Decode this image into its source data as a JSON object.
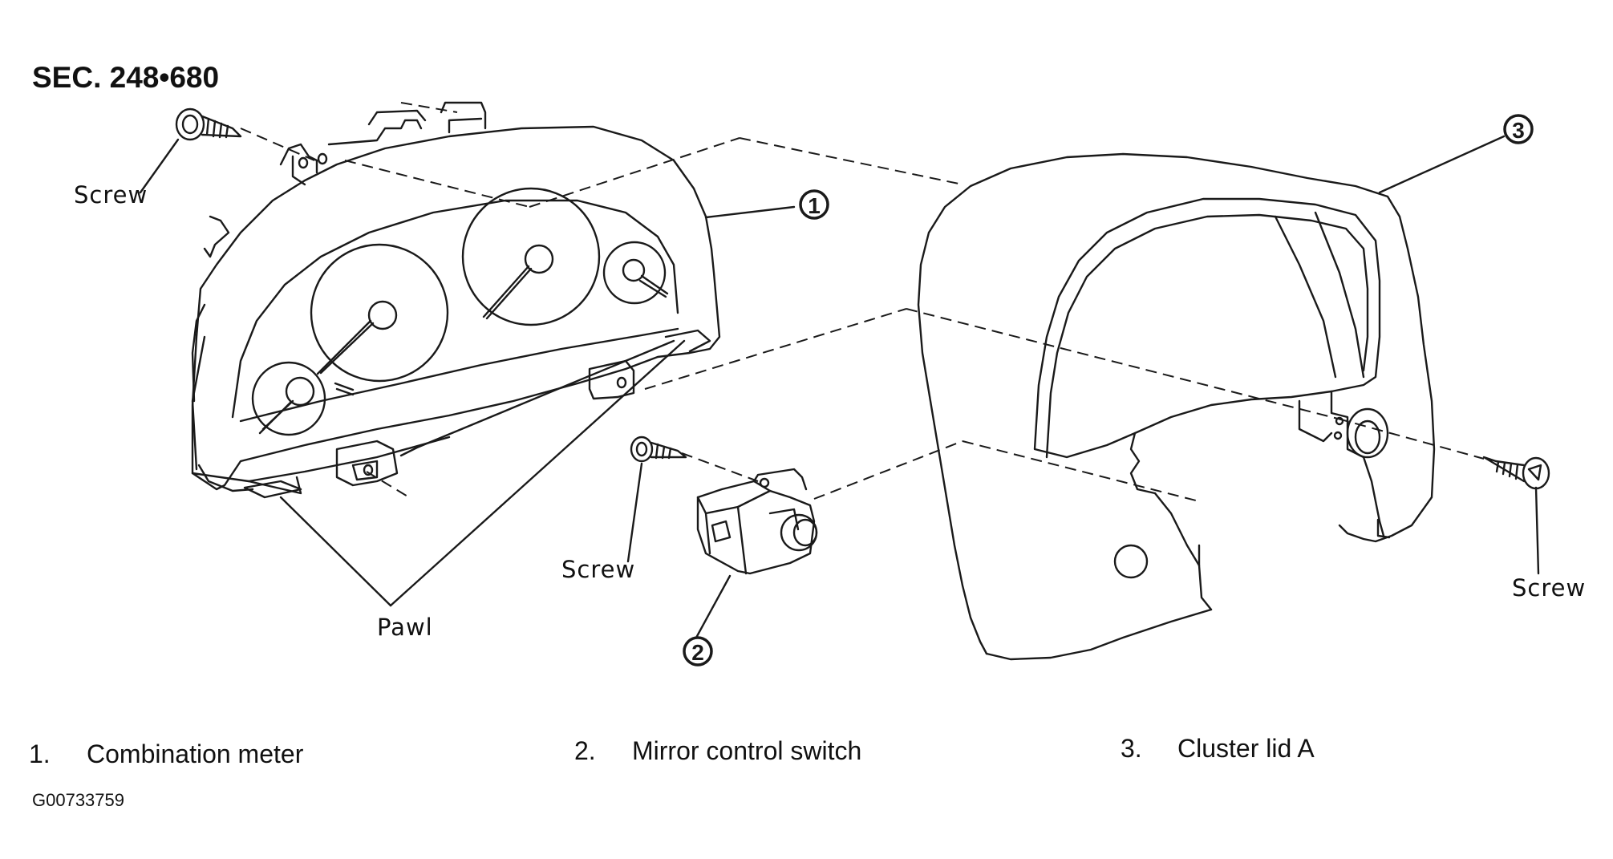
{
  "section_title": "SEC. 248•680",
  "callouts": {
    "screw_left": "Screw",
    "screw_middle": "Screw",
    "screw_right": "Screw",
    "pawl": "Pawl"
  },
  "markers": {
    "one": "1",
    "two": "2",
    "three": "3"
  },
  "legend": [
    {
      "number": "1.",
      "text": "Combination meter"
    },
    {
      "number": "2.",
      "text": "Mirror control switch"
    },
    {
      "number": "3.",
      "text": "Cluster lid A"
    }
  ],
  "figure_code": "G00733759",
  "colors": {
    "line": "#1a1a1a",
    "background": "#ffffff"
  }
}
